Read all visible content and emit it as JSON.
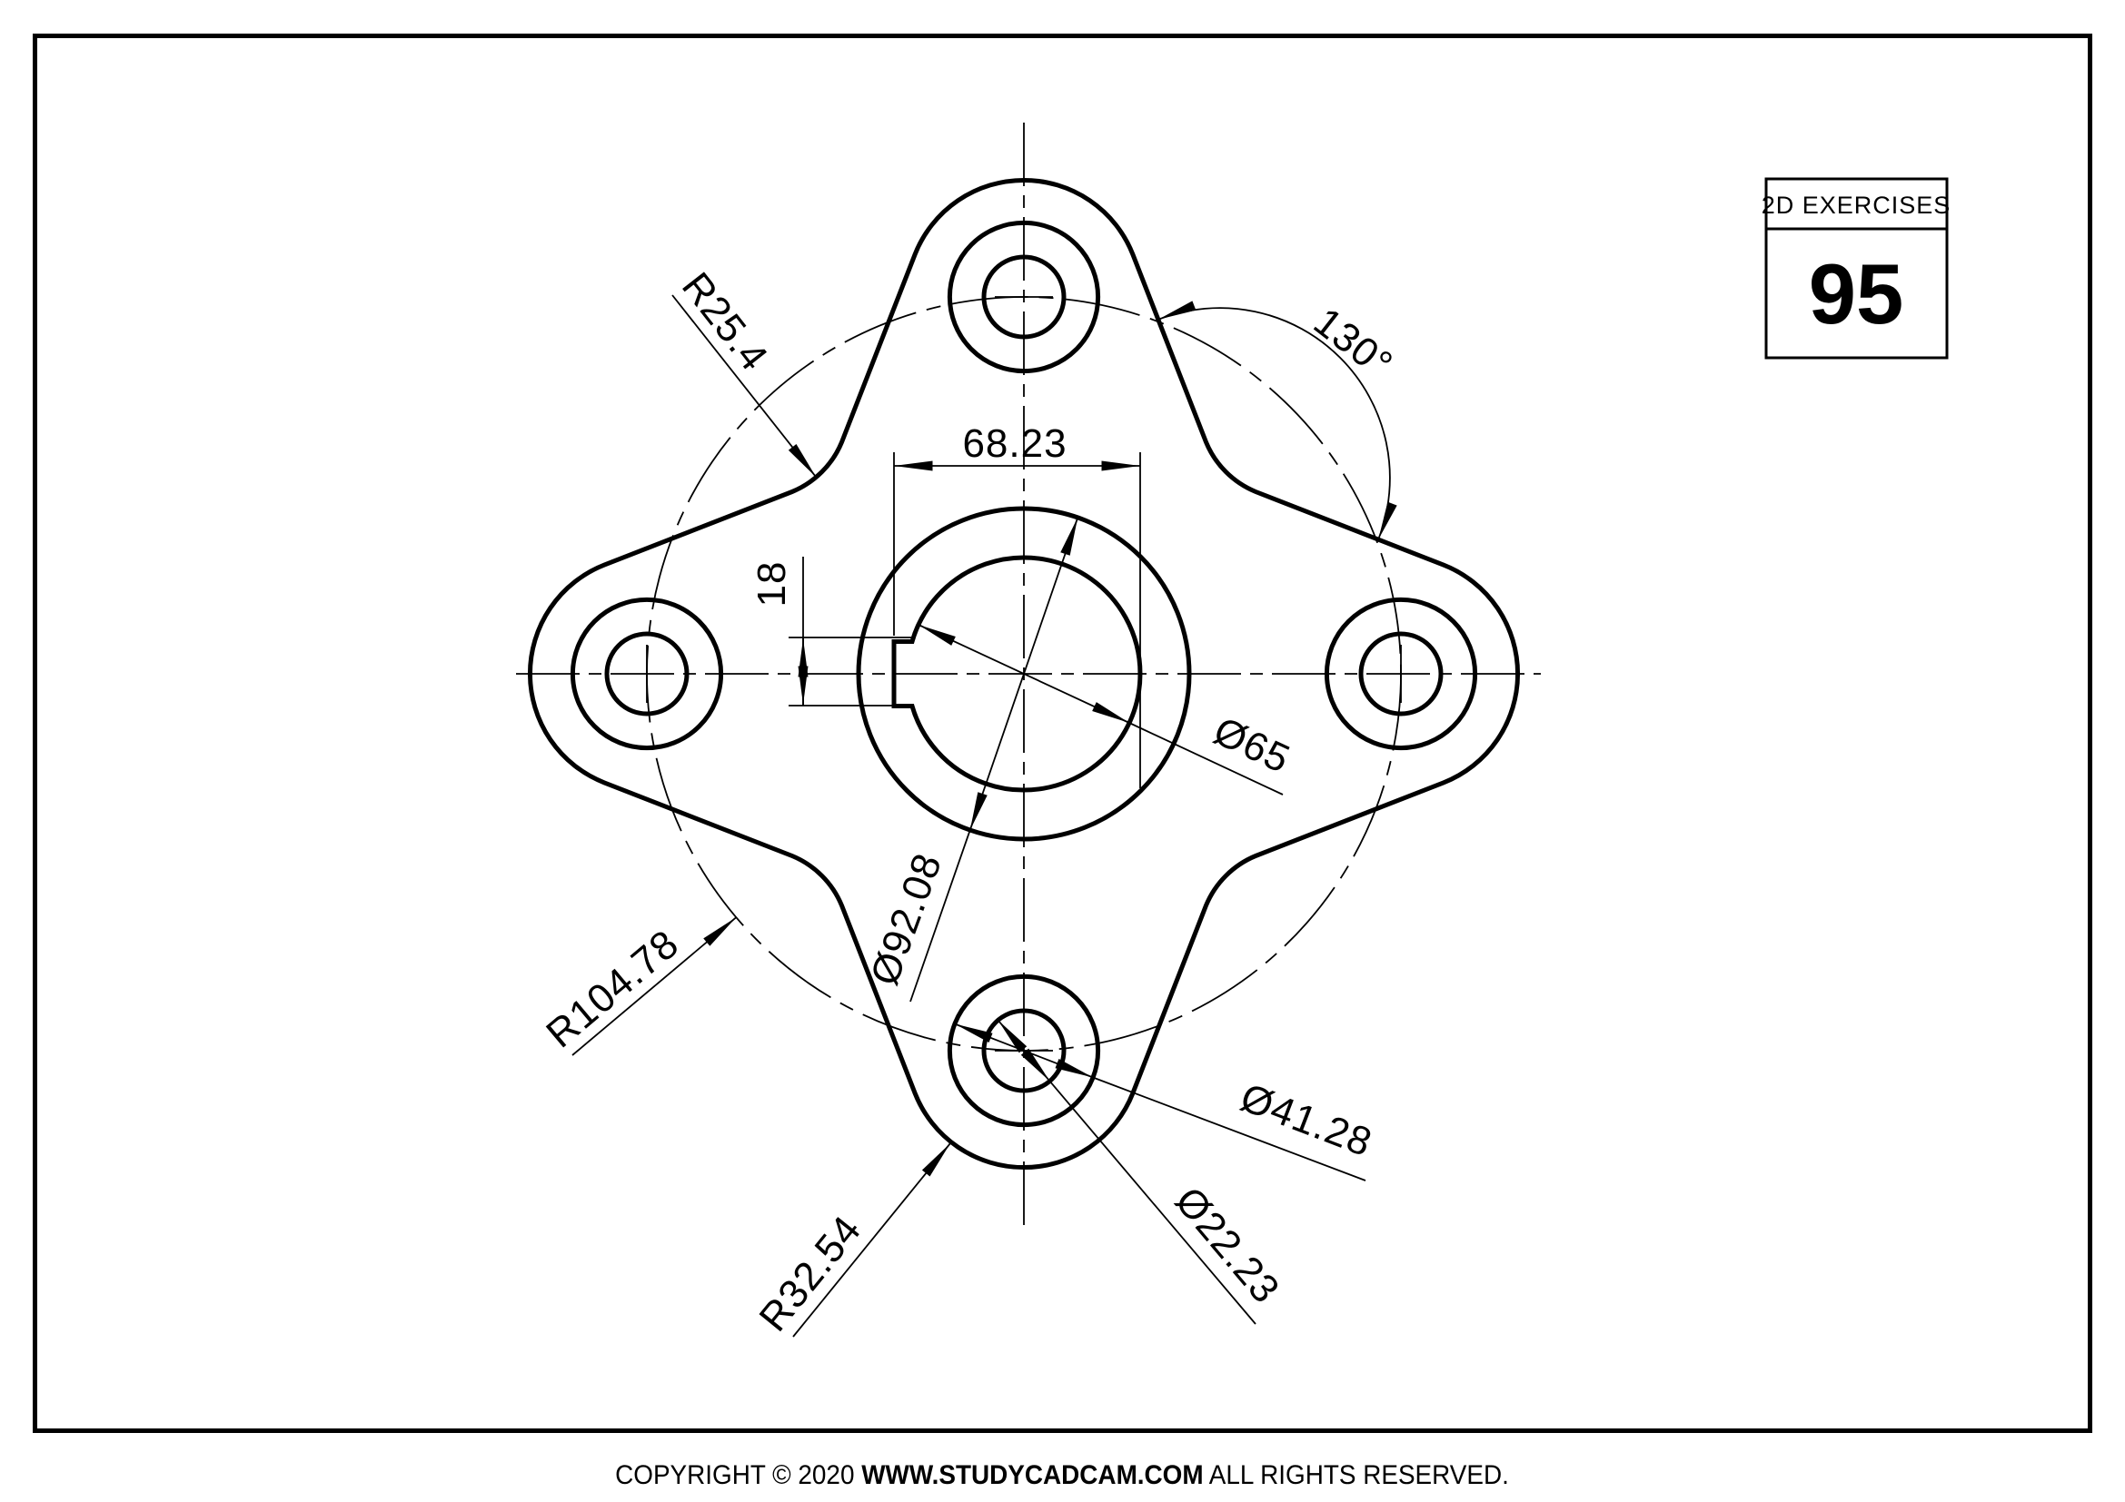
{
  "page": {
    "background": "#ffffff",
    "line_color": "#000000"
  },
  "title_block": {
    "header": "2D EXERCISES",
    "number": "95"
  },
  "footer": {
    "prefix": "COPYRIGHT © 2020 ",
    "site": "WWW.STUDYCADCAM.COM",
    "suffix": " ALL RIGHTS RESERVED."
  },
  "dimensions": {
    "width_68": "68.23",
    "keyway_18": "18",
    "bore_65": "Ø65",
    "boss_92": "Ø92.08",
    "angle_130": "130°",
    "fillet_r25": "R25.4",
    "boltcircle_r104": "R104.78",
    "lobe_r32": "R32.54",
    "cbore_41": "Ø41.28",
    "hole_22": "Ø22.23"
  }
}
